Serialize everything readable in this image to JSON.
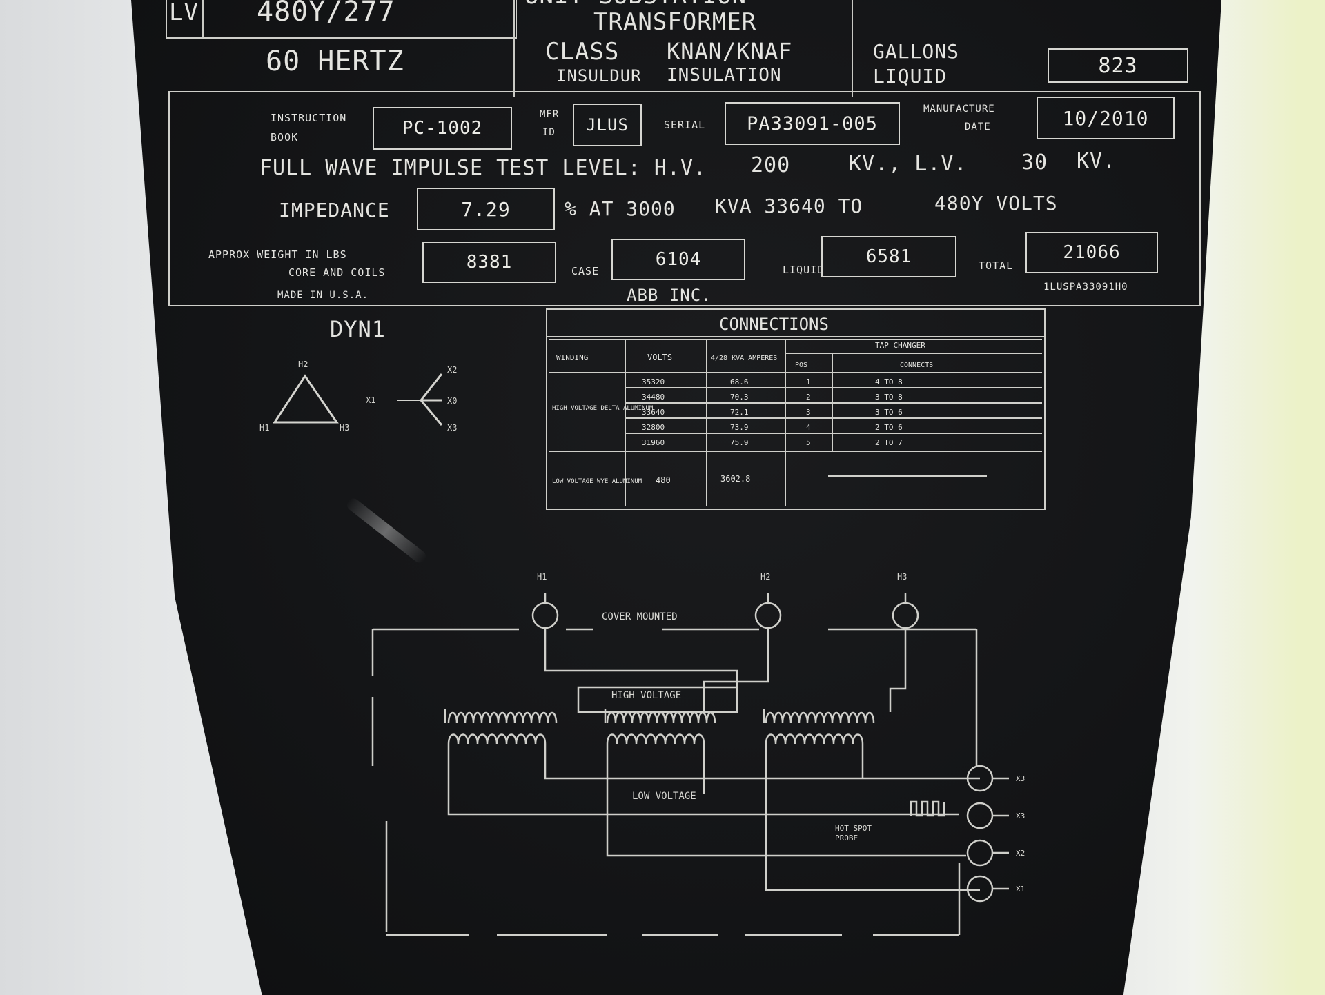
{
  "nameplate": {
    "lv_label": "LV",
    "lv_value": "480Y/277",
    "frequency": "60 HERTZ",
    "product_line1": "UNIT SUBSTATION",
    "product_line2": "TRANSFORMER",
    "class_label": "CLASS",
    "class_value": "KNAN/KNAF",
    "insul_label": "INSULDUR",
    "insulation_label": "INSULATION",
    "gallons_label": "GALLONS",
    "liquid_label": "LIQUID",
    "gallons_value": "823",
    "instruction_label": "INSTRUCTION",
    "book_label": "BOOK",
    "instruction_book": "PC-1002",
    "mfr_label": "MFR",
    "id_label": "ID",
    "mfr_id": "JLUS",
    "serial_label": "SERIAL",
    "serial_value": "PA33091-005",
    "manufacture_label": "MANUFACTURE",
    "date_label": "DATE",
    "manufacture_date": "10/2010",
    "impulse_text": "FULL WAVE IMPULSE TEST LEVEL: H.V.",
    "hv_value": "200",
    "kv_lv_text": "KV., L.V.",
    "lv_kv_value": "30",
    "kv_text": "KV.",
    "impedance_label": "IMPEDANCE",
    "impedance_value": "7.29",
    "impedance_at": "% AT 3000",
    "kva_text": "KVA 33640 TO",
    "volts_text": "480Y VOLTS",
    "weight_label1": "APPROX WEIGHT IN LBS",
    "weight_label2": "CORE AND COILS",
    "core_coils_value": "8381",
    "case_label": "CASE",
    "case_value": "6104",
    "liquid_weight_label": "LIQUID",
    "liquid_weight_value": "6581",
    "total_label": "TOTAL",
    "total_value": "21066",
    "made_in": "MADE IN U.S.A.",
    "manufacturer": "ABB INC.",
    "part_code": "1LUSPA33091H0"
  },
  "vector_group": {
    "title": "DYN1",
    "delta_terminals": [
      "H2",
      "H1",
      "H3"
    ],
    "wye_terminals": [
      "X2",
      "X1",
      "X0",
      "X3"
    ]
  },
  "connections": {
    "title": "CONNECTIONS",
    "tap_changer_label": "TAP CHANGER",
    "headers": [
      "WINDING",
      "VOLTS",
      "4/28 KVA AMPERES",
      "POS",
      "CONNECTS"
    ],
    "hv_winding_label": "HIGH VOLTAGE DELTA ALUMINUM",
    "hv_rows": [
      {
        "volts": "35320",
        "amps": "68.6",
        "pos": "1",
        "connects": "4 TO 8"
      },
      {
        "volts": "34480",
        "amps": "70.3",
        "pos": "2",
        "connects": "3 TO 8"
      },
      {
        "volts": "33640",
        "amps": "72.1",
        "pos": "3",
        "connects": "3 TO 6"
      },
      {
        "volts": "32800",
        "amps": "73.9",
        "pos": "4",
        "connects": "2 TO 6"
      },
      {
        "volts": "31960",
        "amps": "75.9",
        "pos": "5",
        "connects": "2 TO 7"
      }
    ],
    "lv_winding_label": "LOW VOLTAGE WYE ALUMINUM",
    "lv_volts": "480",
    "lv_amps": "3602.8"
  },
  "schematic": {
    "hv_bushings": [
      "H1",
      "H2",
      "H3"
    ],
    "cover_mounted_label": "COVER MOUNTED",
    "high_voltage_label": "HIGH VOLTAGE",
    "low_voltage_label": "LOW VOLTAGE",
    "hot_spot_label1": "HOT SPOT",
    "hot_spot_label2": "PROBE",
    "lv_bushings": [
      "X3",
      "X3",
      "X2",
      "X1"
    ]
  }
}
